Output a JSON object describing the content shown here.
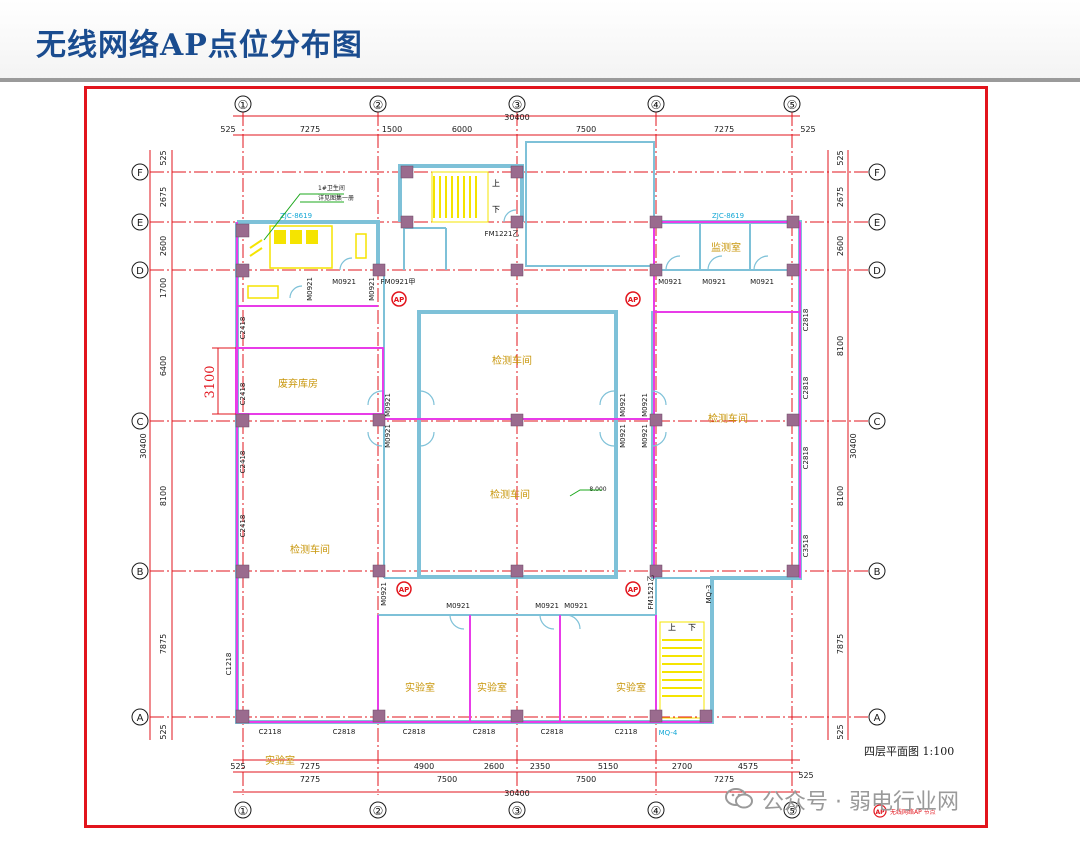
{
  "title": "无线网络AP点位分布图",
  "axes": {
    "columns": [
      "①",
      "②",
      "③",
      "④",
      "⑤"
    ],
    "rows": [
      "F",
      "E",
      "D",
      "C",
      "B",
      "A"
    ]
  },
  "dimensions": {
    "top_row1": [
      "525",
      "7275",
      "1500",
      "6000",
      "7500",
      "7275",
      "525"
    ],
    "top_total": "30400",
    "bottom_row1": [
      "525",
      "7275",
      "4900",
      "2600",
      "2350",
      "5150",
      "2700",
      "4575",
      "525"
    ],
    "bottom_row2": [
      "7275",
      "7500",
      "7500",
      "7275"
    ],
    "bottom_total": "30400",
    "left": [
      "525",
      "2675",
      "2600",
      "1700",
      "6400",
      "8100",
      "7875",
      "525"
    ],
    "left_total": "30400",
    "right": [
      "525",
      "2675",
      "2600",
      "8100",
      "8100",
      "7875",
      "525"
    ],
    "right_total": "30400",
    "red_3100": "3100"
  },
  "rooms": {
    "jiance_1": "检测车间",
    "jiance_2": "检测车间",
    "jiance_3": "检测车间",
    "jiance_4": "检测车间",
    "feiqi": "废弃库房",
    "jiance_room": "监测室",
    "shiyan_1": "实验室",
    "shiyan_2": "实验室",
    "shiyan_3": "实验室",
    "shiyan_4": "实验室"
  },
  "labels": {
    "up": "上",
    "down": "下",
    "fm1221": "FM1221乙",
    "fm0921": "FM0921甲",
    "fm1521": "FM1521乙",
    "m0921": "M0921",
    "c2418": "C2418",
    "c2818": "C2818",
    "c2118": "C2118",
    "c1218": "C1218",
    "c3518": "C3518",
    "mq3": "MQ-3",
    "zjc1": "ZJC-8619",
    "zjc2": "ZJC-8619",
    "mq4": "MQ-4",
    "elev": "8.000",
    "note1": "1#卫生间",
    "note2": "详见图集一册",
    "plan": "四层平面图 1:100",
    "ap": "AP",
    "legend_small": "无线网络AP  节点"
  },
  "watermark": {
    "text": "公众号 · 弱电行业网"
  },
  "colors": {
    "title": "#1a4c8f",
    "frame": "#e2141c",
    "axis": "#e2141c",
    "wall": "#7ec1d8",
    "pink": "#e83ce8",
    "column": "#9a6b8e",
    "room_label": "#c8960a",
    "green": "#1ca81c",
    "stair": "#f5e400"
  }
}
